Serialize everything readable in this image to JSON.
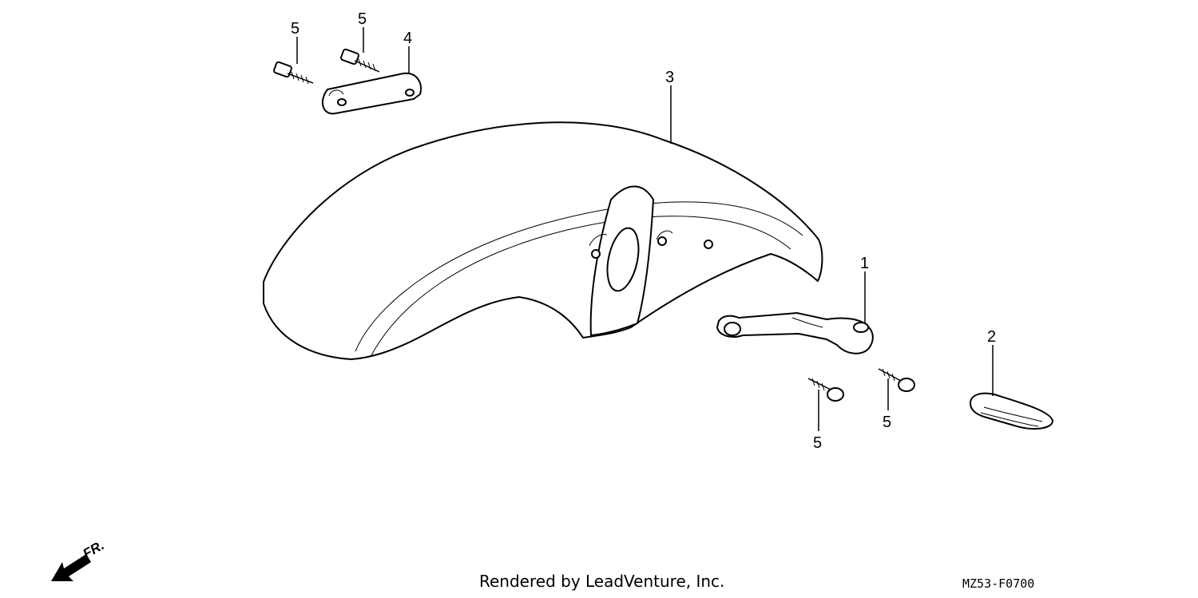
{
  "callouts": {
    "part_1": "1",
    "part_2": "2",
    "part_3": "3",
    "part_4": "4",
    "part_5_a": "5",
    "part_5_b": "5",
    "part_5_c": "5",
    "part_5_d": "5"
  },
  "direction_label": "FR.",
  "footer": {
    "credit": "Rendered by LeadVenture, Inc.",
    "diagram_code": "MZ53-F0700"
  }
}
